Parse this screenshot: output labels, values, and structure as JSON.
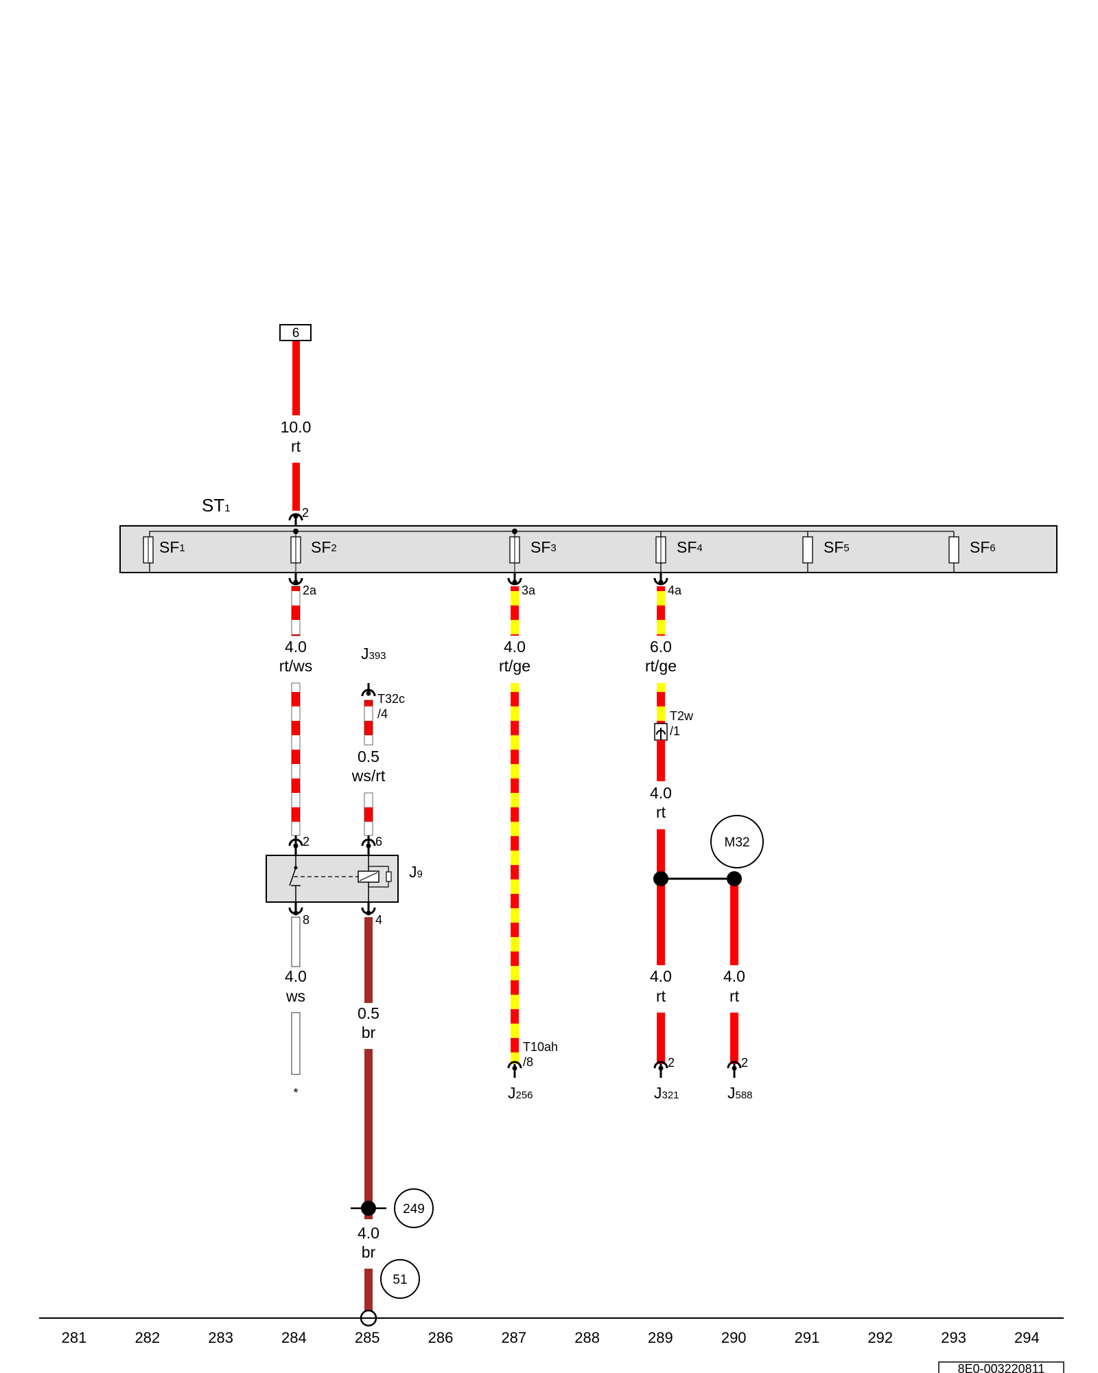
{
  "colors": {
    "rt": "#ff0000",
    "ge": "#ffff00",
    "ws": "#ffffff",
    "br": "#a52a2a",
    "box_fill": "#e0e0e0"
  },
  "wire_gauges": {
    "w_10": "10.0",
    "w_4a": "4.0",
    "w_4b": "4.0",
    "w_6": "6.0",
    "w_05a": "0.5",
    "w_4c": "4.0",
    "w_4d": "4.0",
    "w_4e": "4.0",
    "w_4f": "4.0",
    "w_05b": "0.5",
    "w_4g": "4.0"
  },
  "wire_colors": {
    "c_rt1": "rt",
    "c_rtws": "rt/ws",
    "c_rtge1": "rt/ge",
    "c_rtge2": "rt/ge",
    "c_wsrt": "ws/rt",
    "c_rt2": "rt",
    "c_ws": "ws",
    "c_br1": "br",
    "c_rt3": "rt",
    "c_rt4": "rt",
    "c_br2": "br"
  },
  "components": {
    "top_connector": "6",
    "st_main": "ST",
    "st_sub": "1",
    "sf": [
      {
        "main": "SF",
        "sub": "1"
      },
      {
        "main": "SF",
        "sub": "2"
      },
      {
        "main": "SF",
        "sub": "3"
      },
      {
        "main": "SF",
        "sub": "4"
      },
      {
        "main": "SF",
        "sub": "5"
      },
      {
        "main": "SF",
        "sub": "6"
      }
    ],
    "j393_main": "J",
    "j393_sub": "393",
    "j9_main": "J",
    "j9_sub": "9",
    "m32": "M32",
    "t32c": "T32c",
    "t32c_pin": "/4",
    "t2w": "T2w",
    "t2w_pin": "/1",
    "t10ah": "T10ah",
    "t10ah_pin": "/8",
    "j256_main": "J",
    "j256_sub": "256",
    "j321_main": "J",
    "j321_sub": "321",
    "j588_main": "J",
    "j588_sub": "588",
    "star": "*",
    "ground_249": "249",
    "ground_51": "51"
  },
  "pins": {
    "st_in": "2",
    "p2a": "2a",
    "p3a": "3a",
    "p4a": "4a",
    "j9_2": "2",
    "j9_6": "6",
    "j9_8": "8",
    "j9_4": "4",
    "j321_2": "2",
    "j588_2": "2"
  },
  "grid_numbers": [
    "281",
    "282",
    "283",
    "284",
    "285",
    "286",
    "287",
    "288",
    "289",
    "290",
    "291",
    "292",
    "293",
    "294"
  ],
  "drawing_number": "8E0-003220811"
}
